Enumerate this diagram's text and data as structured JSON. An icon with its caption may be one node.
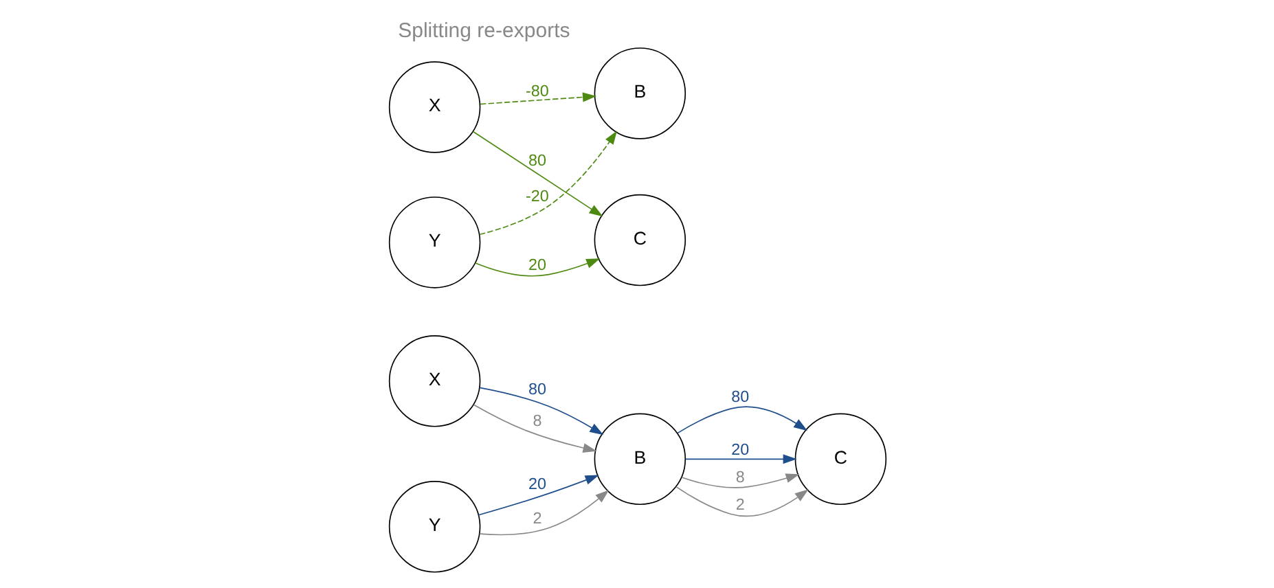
{
  "diagram": {
    "title": "Splitting re-exports",
    "nodes": [
      {
        "text": [
          "X"
        ]
      },
      {
        "text": [
          "B"
        ]
      },
      {
        "text": [
          "C"
        ]
      },
      {
        "text": [
          "Y"
        ]
      },
      {
        "text": [
          "X"
        ]
      },
      {
        "text": [
          "B"
        ]
      },
      {
        "text": [
          "C"
        ]
      },
      {
        "text": [
          "Y"
        ]
      }
    ],
    "edges": [
      {
        "from": 0,
        "to": 1,
        "arrow": "to",
        "label": "80",
        "color": "#1f4e8c"
      },
      {
        "from": 0,
        "to": 1,
        "arrow": "to",
        "label": "8",
        "color": "#888888"
      },
      {
        "from": 1,
        "to": 2,
        "arrow": "to",
        "label": "80",
        "color": "#1f4e8c"
      },
      {
        "from": 1,
        "to": 2,
        "arrow": "to",
        "label": "20",
        "color": "#1f4e8c"
      },
      {
        "from": 1,
        "to": 2,
        "arrow": "to",
        "label": "8",
        "color": "#888888"
      },
      {
        "from": 1,
        "to": 2,
        "arrow": "to",
        "label": "2",
        "color": "#888888"
      },
      {
        "from": 3,
        "to": 1,
        "arrow": "to",
        "label": "20",
        "color": "#1f4e8c"
      },
      {
        "from": 3,
        "to": 1,
        "arrow": "to",
        "label": "2",
        "color": "#888888"
      },
      {
        "from": 4,
        "to": 5,
        "arrow": "to",
        "label": "-80",
        "style": "dashed",
        "color": "#4e8a12"
      },
      {
        "from": 4,
        "to": 6,
        "arrow": "to",
        "label": "80",
        "color": "#4e8a12"
      },
      {
        "from": 7,
        "to": 5,
        "arrow": "to",
        "label": "-20",
        "style": "dashed",
        "color": "#4e8a12"
      },
      {
        "from": 7,
        "to": 6,
        "arrow": "to",
        "label": "20",
        "color": "#4e8a12"
      }
    ]
  }
}
